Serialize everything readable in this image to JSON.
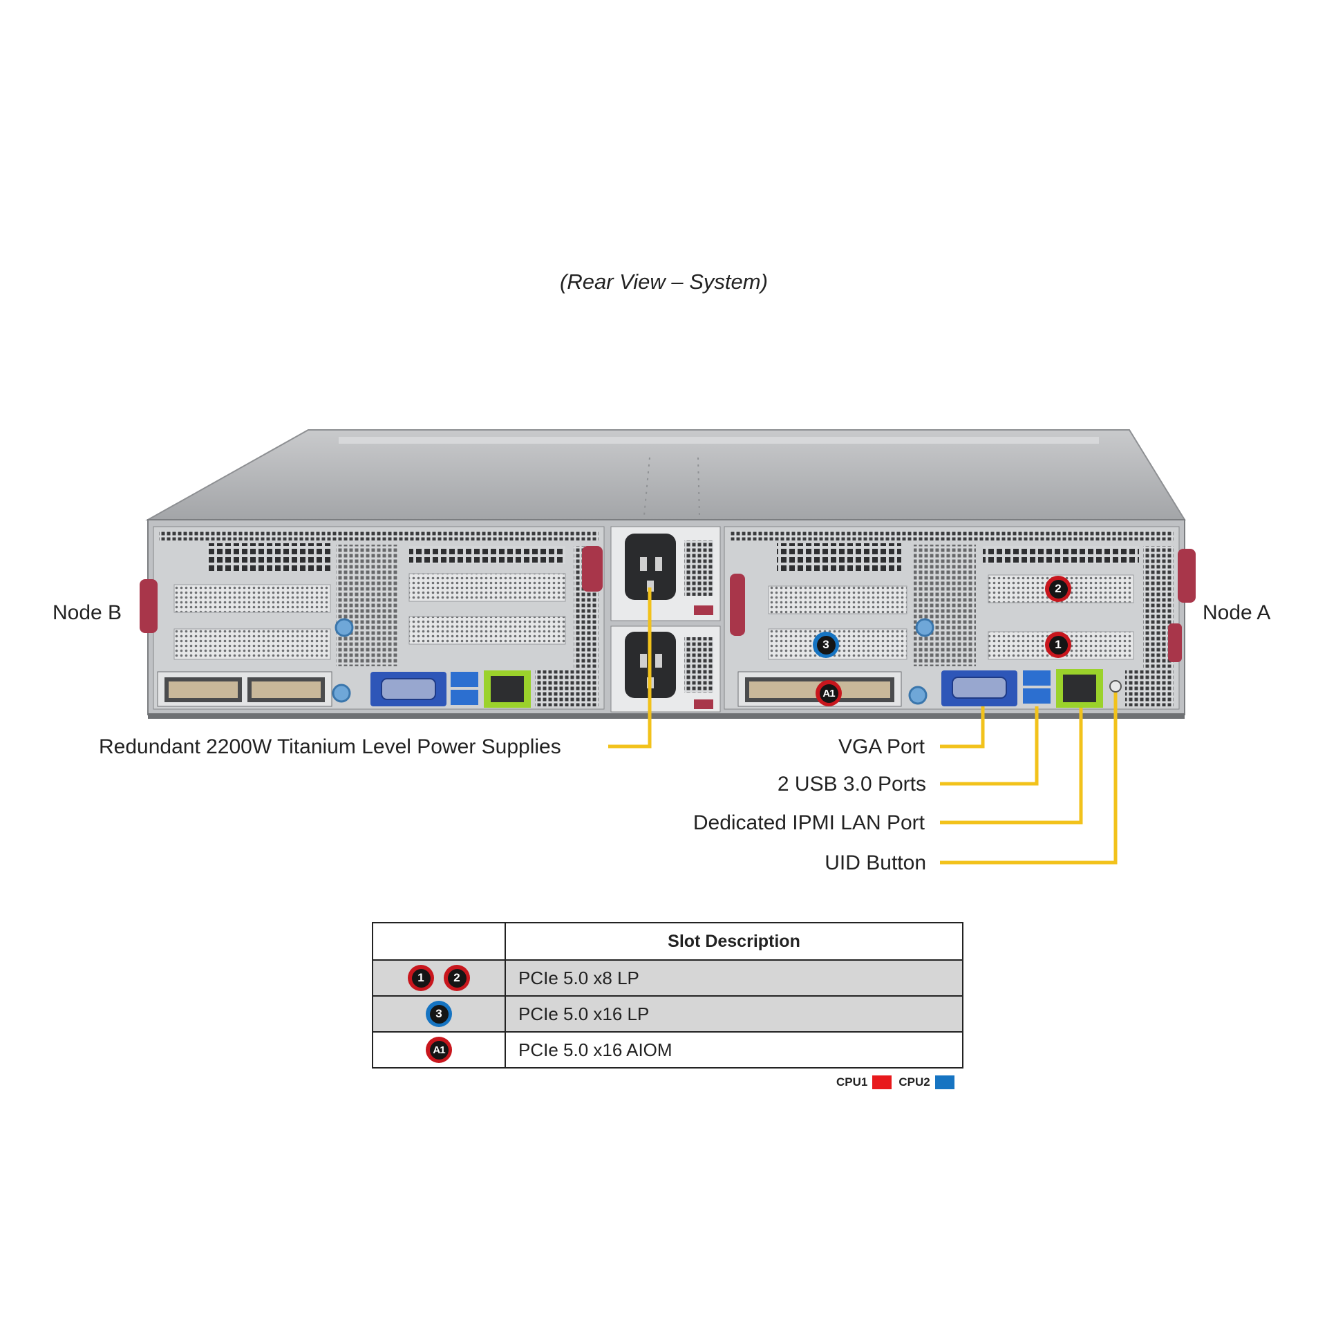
{
  "caption": "(Rear View – System)",
  "nodes": {
    "left": "Node B",
    "right": "Node A"
  },
  "callouts": {
    "power": "Redundant 2200W Titanium Level Power Supplies",
    "vga": "VGA Port",
    "usb": "2 USB 3.0 Ports",
    "ipmi": "Dedicated IPMI LAN Port",
    "uid": "UID Button"
  },
  "slot_badges": {
    "slot1": "1",
    "slot2": "2",
    "slot3": "3",
    "aiom": "A1"
  },
  "table": {
    "header": "Slot Description",
    "rows": [
      {
        "badges": [
          "1",
          "2"
        ],
        "cpu": "CPU1",
        "desc": "PCIe 5.0 x8 LP"
      },
      {
        "badges": [
          "3"
        ],
        "cpu": "CPU2",
        "desc": "PCIe 5.0 x16 LP"
      },
      {
        "badges": [
          "A1"
        ],
        "cpu": "CPU1",
        "desc": "PCIe 5.0 x16 AIOM"
      }
    ]
  },
  "legend": [
    {
      "label": "CPU1",
      "color": "#e8191c"
    },
    {
      "label": "CPU2",
      "color": "#1674c2"
    }
  ],
  "colors": {
    "callout_line": "#f2c21b",
    "cpu1": "#c8161d",
    "cpu2": "#1674c2",
    "handle": "#a8364a"
  }
}
